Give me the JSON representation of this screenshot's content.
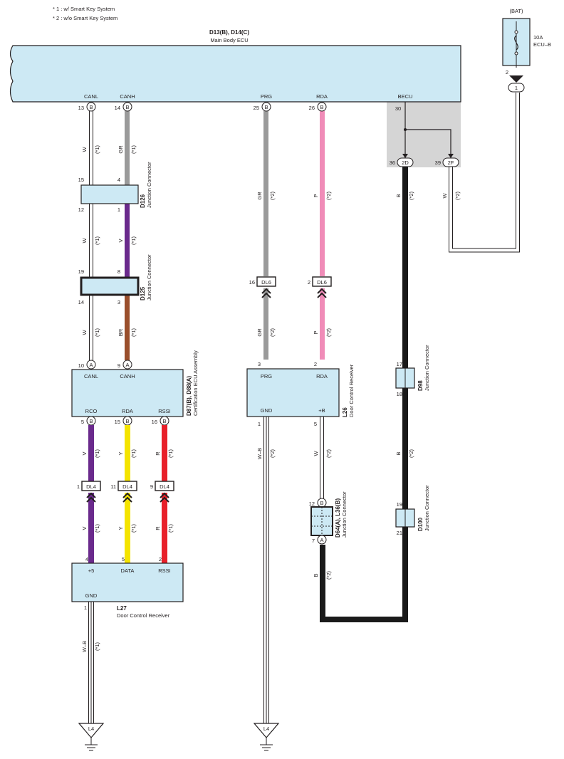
{
  "notes": {
    "note1": "* 1 : w/ Smart Key System",
    "note2": "* 2 : w/o Smart Key System"
  },
  "ecu": {
    "code": "D13(B), D14(C)",
    "name": "Main Body ECU",
    "pins": {
      "canl": {
        "label": "CANL",
        "num": "13",
        "conn": "B"
      },
      "canh": {
        "label": "CANH",
        "num": "14",
        "conn": "B"
      },
      "prg": {
        "label": "PRG",
        "num": "25",
        "conn": "B"
      },
      "rda": {
        "label": "RDA",
        "num": "26",
        "conn": "B"
      },
      "becu": {
        "label": "BECU",
        "num": "30"
      }
    }
  },
  "fuse": {
    "source": "(BAT)",
    "rating": "10A",
    "name": "ECU–B",
    "pin": "2",
    "conn": "1"
  },
  "becu_branch": {
    "left": {
      "num": "36",
      "conn": "2D",
      "color": "B",
      "note": "(*2)"
    },
    "right": {
      "num": "39",
      "conn": "2F",
      "color": "W",
      "note": "(*2)"
    }
  },
  "wire_labels": {
    "w": "W",
    "gr": "GR",
    "v": "V",
    "br": "BR",
    "p": "P",
    "y": "Y",
    "r": "R",
    "b": "B",
    "wb": "W–B",
    "n1": "(*1)",
    "n2": "(*2)"
  },
  "d126": {
    "code": "D126",
    "name": "Junction Connector",
    "pins": [
      "15",
      "4",
      "12",
      "1"
    ]
  },
  "d125": {
    "code": "D125",
    "name": "Junction Connector",
    "pins": [
      "19",
      "8",
      "14",
      "3"
    ]
  },
  "dl6": {
    "label": "DL6",
    "pin_prg": "16",
    "pin_rda": "2"
  },
  "cert_ecu": {
    "code": "D87(B), D88(A)",
    "name": "Certification ECU Assembly",
    "in_pins": [
      {
        "num": "10",
        "conn": "A",
        "label": "CANL"
      },
      {
        "num": "9",
        "conn": "A",
        "label": "CANH"
      }
    ],
    "out_pins": [
      {
        "num": "5",
        "conn": "B",
        "label": "RCO"
      },
      {
        "num": "15",
        "conn": "B",
        "label": "RDA"
      },
      {
        "num": "16",
        "conn": "B",
        "label": "RSSI"
      }
    ]
  },
  "l26": {
    "code": "L26",
    "name": "Door Control Receiver",
    "pins": [
      {
        "num": "3",
        "label": "PRG"
      },
      {
        "num": "2",
        "label": "RDA"
      },
      {
        "num": "1",
        "label": "GND"
      },
      {
        "num": "5",
        "label": "+B"
      }
    ]
  },
  "dl4": {
    "label": "DL4",
    "pins_top": [
      "1",
      "11",
      "9"
    ],
    "pins_bottom": [
      "4",
      "5",
      "2"
    ]
  },
  "l27": {
    "code": "L27",
    "name": "Door Control Receiver",
    "pins": [
      {
        "label": "+5"
      },
      {
        "label": "DATA"
      },
      {
        "label": "RSSI"
      },
      {
        "label": "GND"
      }
    ],
    "gnd_pin": "1"
  },
  "d98": {
    "code": "D98",
    "name": "Junction Connector",
    "pins": [
      "17",
      "18"
    ]
  },
  "d100": {
    "code": "D100",
    "name": "Junction Connector",
    "pins": [
      "19",
      "21"
    ]
  },
  "d64": {
    "code": "D64(A), L36(B)",
    "name": "Junction Connector",
    "pin_top": "12",
    "conn_top": "B",
    "pin_bottom": "7",
    "conn_bottom": "A"
  },
  "grounds": {
    "left": "L4",
    "right": "L4"
  },
  "colors": {
    "box_fill": "#cde9f4",
    "gray_region": "#d5d5d5",
    "gr": "#9a9a9a",
    "v": "#6a2a8c",
    "br": "#9a4f2c",
    "p": "#f08cb8",
    "y": "#f4e400",
    "r": "#e8202a",
    "b": "#1a1a1a"
  }
}
